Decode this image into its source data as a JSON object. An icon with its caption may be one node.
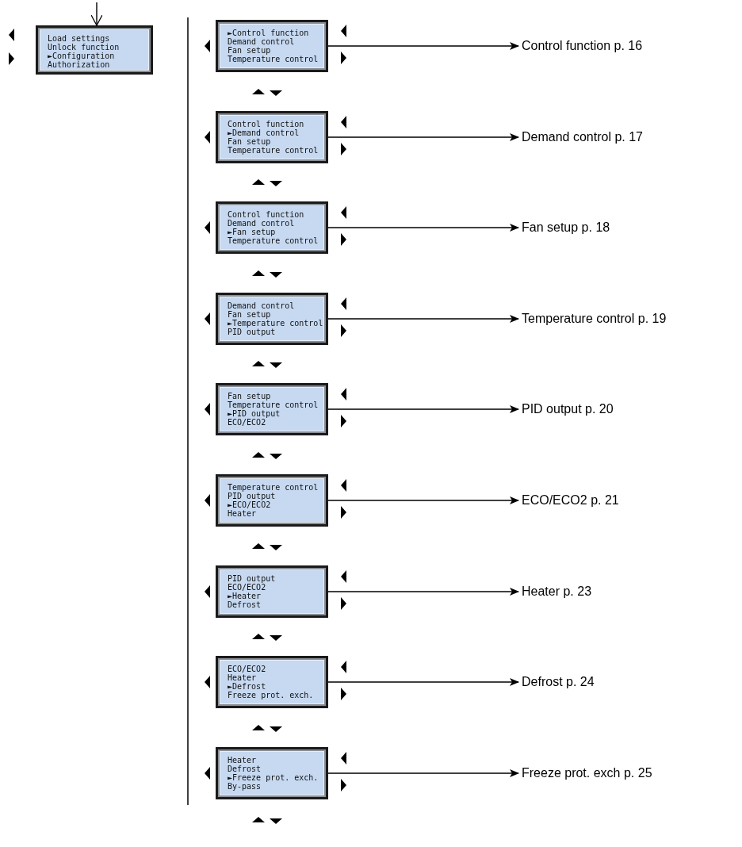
{
  "diagram": {
    "nodes": [
      {
        "text": [
          "Load settings",
          "Unlock function",
          "►Configuration",
          "Authorization"
        ]
      },
      {
        "text": [
          "►Control function",
          "Demand control",
          "Fan setup",
          "Temperature control"
        ]
      },
      {
        "text": [
          "Control function p. 16"
        ]
      },
      {
        "text": [
          "Control function",
          "►Demand control",
          "Fan setup",
          "Temperature control"
        ]
      },
      {
        "text": [
          "Demand control p. 17"
        ]
      },
      {
        "text": [
          "Control function",
          "Demand control",
          "►Fan setup",
          "Temperature control"
        ]
      },
      {
        "text": [
          "Fan setup p. 18"
        ]
      },
      {
        "text": [
          "Demand control",
          "Fan setup",
          "►Temperature control",
          "PID output"
        ]
      },
      {
        "text": [
          "Temperature control p. 19"
        ]
      },
      {
        "text": [
          "Fan setup",
          "Temperature control",
          "►PID output",
          "ECO/ECO2"
        ]
      },
      {
        "text": [
          "PID output p. 20"
        ]
      },
      {
        "text": [
          "Temperature control",
          "PID output",
          "►ECO/ECO2",
          "Heater"
        ]
      },
      {
        "text": [
          "ECO/ECO2 p. 21"
        ]
      },
      {
        "text": [
          "PID output",
          "ECO/ECO2",
          "►Heater",
          "Defrost"
        ]
      },
      {
        "text": [
          "Heater p. 23"
        ]
      },
      {
        "text": [
          "ECO/ECO2",
          "Heater",
          "►Defrost",
          "Freeze prot. exch."
        ]
      },
      {
        "text": [
          "Defrost p. 24"
        ]
      },
      {
        "text": [
          "Heater",
          "Defrost",
          "►Freeze prot. exch.",
          "By-pass"
        ]
      },
      {
        "text": [
          "Freeze prot. exch p. 25"
        ]
      }
    ],
    "edges": [
      {
        "from": null,
        "to": 0,
        "arrow": "to"
      },
      {
        "from": 1,
        "to": 2,
        "arrow": "to"
      },
      {
        "from": 3,
        "to": 1,
        "arrow": "to"
      },
      {
        "from": 1,
        "to": 3,
        "arrow": "to"
      },
      {
        "from": 3,
        "to": 4,
        "arrow": "to"
      },
      {
        "from": 5,
        "to": 3,
        "arrow": "to"
      },
      {
        "from": 3,
        "to": 5,
        "arrow": "to"
      },
      {
        "from": 5,
        "to": 6,
        "arrow": "to"
      },
      {
        "from": 7,
        "to": 5,
        "arrow": "to"
      },
      {
        "from": 5,
        "to": 7,
        "arrow": "to"
      },
      {
        "from": 7,
        "to": 8,
        "arrow": "to"
      },
      {
        "from": 9,
        "to": 7,
        "arrow": "to"
      },
      {
        "from": 7,
        "to": 9,
        "arrow": "to"
      },
      {
        "from": 9,
        "to": 10,
        "arrow": "to"
      },
      {
        "from": 11,
        "to": 9,
        "arrow": "to"
      },
      {
        "from": 9,
        "to": 11,
        "arrow": "to"
      },
      {
        "from": 11,
        "to": 12,
        "arrow": "to"
      },
      {
        "from": 13,
        "to": 11,
        "arrow": "to"
      },
      {
        "from": 11,
        "to": 13,
        "arrow": "to"
      },
      {
        "from": 13,
        "to": 14,
        "arrow": "to"
      },
      {
        "from": 15,
        "to": 13,
        "arrow": "to"
      },
      {
        "from": 13,
        "to": 15,
        "arrow": "to"
      },
      {
        "from": 15,
        "to": 16,
        "arrow": "to"
      },
      {
        "from": 17,
        "to": 15,
        "arrow": "to"
      },
      {
        "from": 15,
        "to": 17,
        "arrow": "to"
      },
      {
        "from": 17,
        "to": 18,
        "arrow": "to"
      }
    ]
  }
}
